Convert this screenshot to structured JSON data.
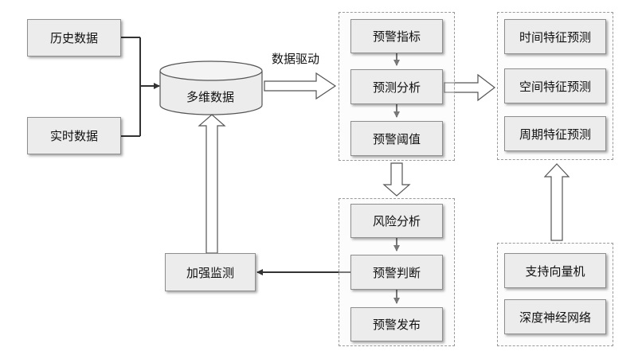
{
  "inputs": {
    "history": "历史数据",
    "realtime": "实时数据"
  },
  "database": {
    "label": "多维数据"
  },
  "drive_label": "数据驱动",
  "predict_group": {
    "indicator": "预警指标",
    "analysis": "预测分析",
    "threshold": "预警阈值"
  },
  "feature_group": {
    "time": "时间特征预测",
    "space": "空间特征预测",
    "period": "周期特征预测"
  },
  "warning_group": {
    "risk": "风险分析",
    "judge": "预警判断",
    "publish": "预警发布"
  },
  "model_group": {
    "svm": "支持向量机",
    "dnn": "深度神经网络"
  },
  "monitor": {
    "label": "加强监测"
  },
  "colors": {
    "node_fill": "#ececec",
    "node_border": "#8e8e8e",
    "arrow": "#333333",
    "hollow_arrow": "#555555"
  }
}
